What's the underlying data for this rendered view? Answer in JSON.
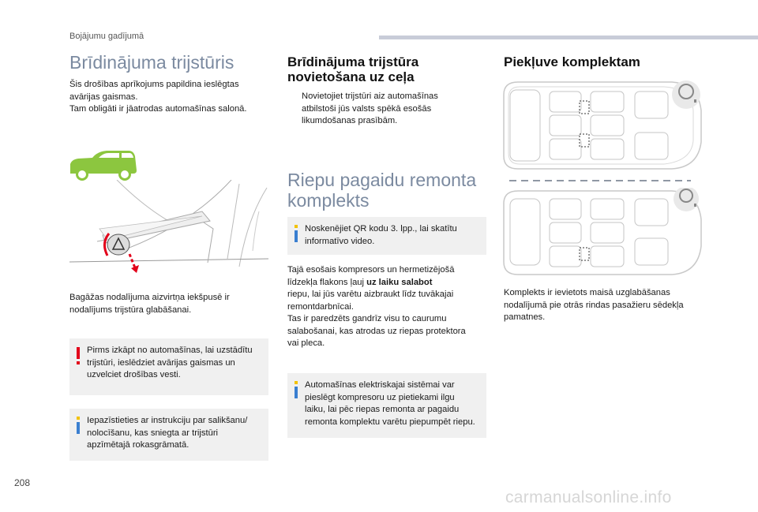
{
  "header": {
    "section": "Bojājumu gadījumā"
  },
  "col1": {
    "title": "Brīdinājuma trijstūris",
    "intro_line1": "Šis drošības aprīkojums papildina ieslēgtas",
    "intro_line2": "avārijas gaismas.",
    "intro_line3": "Tam obligāti ir jāatrodas automašīnas salonā.",
    "caption_line1": "Bagāžas nodalījuma aizvirtņa iekšpusē ir",
    "caption_line2": "nodalījums trijstūra glabāšanai.",
    "warning_line1": "Pirms izkāpt no automašīnas, lai uzstādītu",
    "warning_line2": "trijstūri, ieslēdziet avārijas gaismas un",
    "warning_line3": "uzvelciet drošības vesti.",
    "info_line1": "Iepazīstieties ar instrukciju par salikšanu/",
    "info_line2": "nolocīšanu, kas sniegta ar trijstūri",
    "info_line3": "apzīmētajā rokasgrāmatā."
  },
  "col2": {
    "title_line1": "Brīdinājuma trijstūra",
    "title_line2": "novietošana uz ceļa",
    "bullet_symbol": "",
    "bullet_line1": "Novietojiet trijstūri aiz automašīnas",
    "bullet_line2": "atbilstoši jūs valsts spēkā esošās",
    "bullet_line3": "likumdošanas prasībām.",
    "title2_line1": "Riepu pagaidu remonta",
    "title2_line2": "komplekts",
    "note1_line1": "Noskenējiet QR kodu 3. lpp., lai skatītu",
    "note1_line2": "informatīvo video.",
    "p_line1": "Tajā esošais kompresors un hermetizējošā",
    "p_line2a": "līdzekļa flakons ļauj ",
    "p_line2b": "uz laiku salabot",
    "p_line3": "riepu, lai jūs varētu aizbraukt līdz tuvākajai",
    "p_line4": "remontdarbnīcai.",
    "p_line5": "Tas ir paredzēts gandrīz visu to caurumu",
    "p_line6": "salabošanai, kas atrodas uz riepas protektora",
    "p_line7": "vai pleca.",
    "note2_line1": "Automašīnas elektriskajai sistēmai var",
    "note2_line2": "pieslēgt kompresoru uz pietiekami ilgu",
    "note2_line3": "laiku, lai pēc riepas remonta ar pagaidu",
    "note2_line4": "remonta komplektu varētu piepumpēt riepu."
  },
  "col3": {
    "title": "Piekļuve komplektam",
    "caption_line1": "Komplekts ir ievietots maisā uzglabāšanas",
    "caption_line2": "nodalījumā pie otrās rindas pasažieru sēdekļa",
    "caption_line3": "pamatnes."
  },
  "footer": {
    "page_number": "208",
    "watermark": "carmanualsonline.info"
  },
  "colors": {
    "accent_blue": "#7b8aa0",
    "warning_red": "#e2001a",
    "info_yellow": "#f2c200",
    "info_blue": "#3a7fd0",
    "car_green": "#8cc63f",
    "note_bg": "#f0f0f0"
  }
}
